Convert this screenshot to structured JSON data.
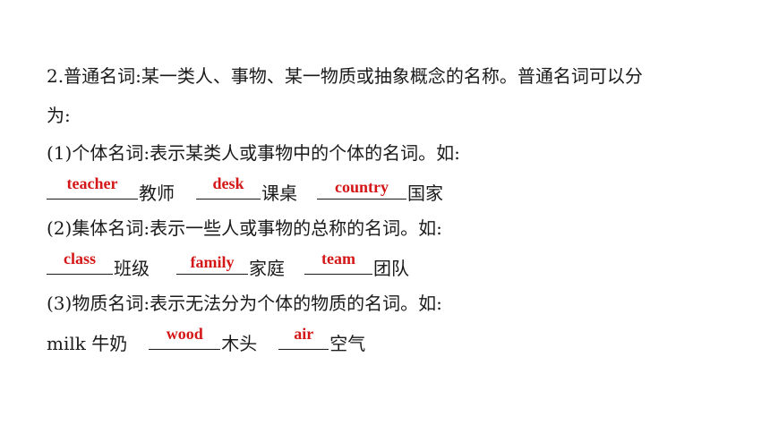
{
  "heading": {
    "line1": "2.普通名词:某一类人、事物、某一物质或抽象概念的名称。普通名词可以分",
    "line2": "为:"
  },
  "sections": [
    {
      "title": "(1)个体名词:表示某类人或事物中的个体的名词。如:",
      "items": [
        {
          "answer": "teacher",
          "meaning": "教师"
        },
        {
          "answer": "desk",
          "meaning": "课桌"
        },
        {
          "answer": "country",
          "meaning": "国家"
        }
      ]
    },
    {
      "title": "(2)集体名词:表示一些人或事物的总称的名词。如:",
      "items": [
        {
          "answer": "class",
          "meaning": "班级"
        },
        {
          "answer": "family",
          "meaning": "家庭"
        },
        {
          "answer": "team",
          "meaning": "团队"
        }
      ]
    },
    {
      "title": "(3)物质名词:表示无法分为个体的物质的名词。如:",
      "example": {
        "word": "milk",
        "meaning": "牛奶"
      },
      "items": [
        {
          "answer": "wood",
          "meaning": "木头"
        },
        {
          "answer": "air",
          "meaning": "空气"
        }
      ]
    }
  ],
  "colors": {
    "text": "#1a1a1a",
    "answer": "#d41616"
  }
}
